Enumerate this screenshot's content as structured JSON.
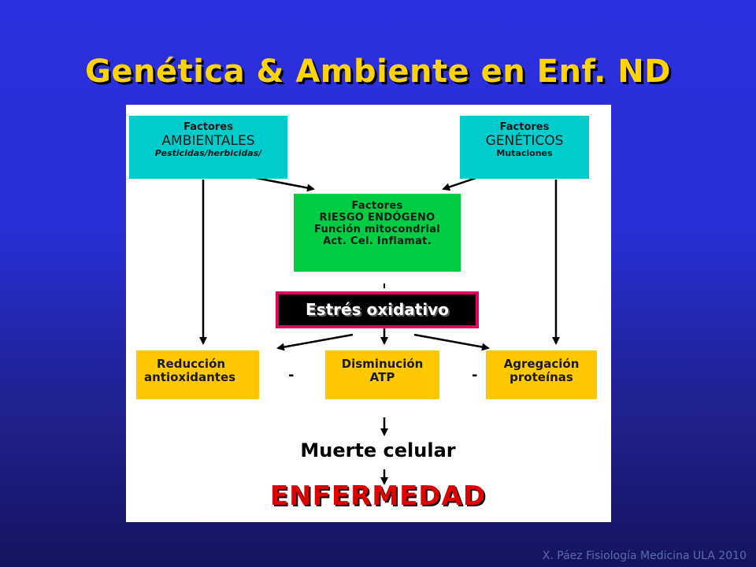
{
  "title": "Genética & Ambiente en Enf. ND",
  "boxes": {
    "ambientales": {
      "line1": "Factores",
      "line2": "AMBIENTALES",
      "line3": "Pesticidas/herbicidas/"
    },
    "geneticos": {
      "line1": "Factores",
      "line2": "GENÉTICOS",
      "line3": "Mutaciones"
    },
    "endogeno": {
      "line1": "Factores",
      "line2": "RIESGO ENDÓGENO",
      "line3": "Función mitocondrial",
      "line4": "Act. Cel. Inflamat."
    },
    "estres": {
      "label": "Estrés oxidativo"
    },
    "reduccion": {
      "line1": "Reducción",
      "line2": "antioxidantes"
    },
    "disminucion": {
      "line1": "Disminución",
      "line2": "ATP"
    },
    "agregacion": {
      "line1": "Agregación",
      "line2": "proteínas"
    }
  },
  "separator": "-",
  "muerte": "Muerte celular",
  "enfermedad": "ENFERMEDAD",
  "credit": "X. Páez Fisiología Medicina ULA 2010",
  "colors": {
    "title": "#ffd400",
    "cyan_box": "#00cccc",
    "green_box": "#00cc44",
    "amber_box": "#ffc800",
    "stress_border": "#e4005a",
    "enfermedad": "#e00000"
  }
}
